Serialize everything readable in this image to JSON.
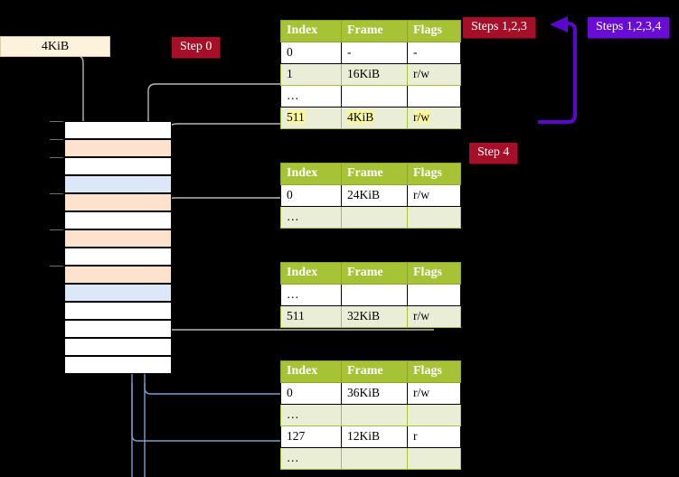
{
  "labels": {
    "kib_block": "4KiB",
    "step0": "Step 0",
    "step4": "Step 4",
    "steps123": "Steps 1,2,3",
    "steps1234": "Steps 1,2,3,4"
  },
  "colors": {
    "header_green": "#a6c235",
    "badge_red": "#a50f28",
    "badge_purple": "#6a0dd4",
    "highlight_yellow": "#fbf79c",
    "block_cream": "#fdf3dc",
    "mem_orange": "#fde3ce",
    "mem_blue": "#dce8f7",
    "wire_gray": "#b8b8b8",
    "wire_blue": "#7d9ecb"
  },
  "tables": [
    {
      "name": "pml4-table",
      "columns": [
        "Index",
        "Frame",
        "Flags"
      ],
      "rows": [
        {
          "index": "0",
          "frame": "-",
          "flags": "-",
          "alt": false,
          "highlight": false
        },
        {
          "index": "1",
          "frame": "16KiB",
          "flags": "r/w",
          "alt": true,
          "highlight": false
        },
        {
          "index": "…",
          "frame": "",
          "flags": "",
          "alt": false,
          "highlight": false
        },
        {
          "index": "511",
          "frame": "4KiB",
          "flags": "r/w",
          "alt": true,
          "highlight": true
        }
      ]
    },
    {
      "name": "pdpt-table",
      "columns": [
        "Index",
        "Frame",
        "Flags"
      ],
      "rows": [
        {
          "index": "0",
          "frame": "24KiB",
          "flags": "r/w",
          "alt": false,
          "highlight": false
        },
        {
          "index": "…",
          "frame": "",
          "flags": "",
          "alt": true,
          "highlight": false
        }
      ]
    },
    {
      "name": "pd-table",
      "columns": [
        "Index",
        "Frame",
        "Flags"
      ],
      "rows": [
        {
          "index": "…",
          "frame": "",
          "flags": "",
          "alt": false,
          "highlight": false
        },
        {
          "index": "511",
          "frame": "32KiB",
          "flags": "r/w",
          "alt": true,
          "highlight": false
        }
      ]
    },
    {
      "name": "pt-table",
      "columns": [
        "Index",
        "Frame",
        "Flags"
      ],
      "rows": [
        {
          "index": "0",
          "frame": "36KiB",
          "flags": "r/w",
          "alt": false,
          "highlight": false
        },
        {
          "index": "…",
          "frame": "",
          "flags": "",
          "alt": true,
          "highlight": false
        },
        {
          "index": "127",
          "frame": "12KiB",
          "flags": "r",
          "alt": false,
          "highlight": false
        },
        {
          "index": "…",
          "frame": "",
          "flags": "",
          "alt": true,
          "highlight": false
        }
      ]
    }
  ],
  "memory_rows": [
    {
      "fill": "white"
    },
    {
      "fill": "orange"
    },
    {
      "fill": "white"
    },
    {
      "fill": "blue"
    },
    {
      "fill": "orange"
    },
    {
      "fill": "white"
    },
    {
      "fill": "orange"
    },
    {
      "fill": "white"
    },
    {
      "fill": "orange"
    },
    {
      "fill": "blue"
    },
    {
      "fill": "white"
    },
    {
      "fill": "white"
    },
    {
      "fill": "white"
    },
    {
      "fill": "white"
    }
  ]
}
